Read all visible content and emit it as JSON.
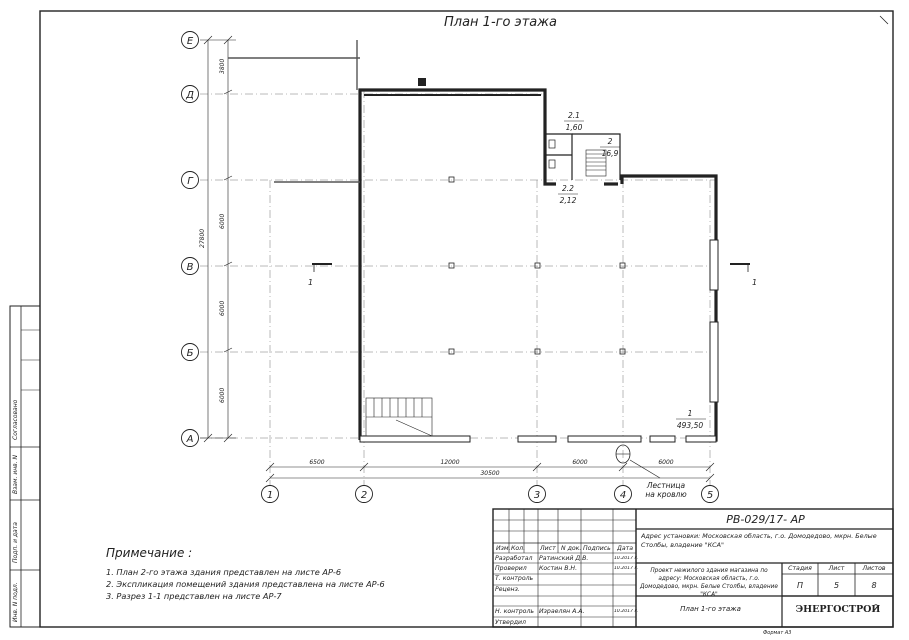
{
  "title": "План 1-го этажа",
  "axes_rows": [
    "Е",
    "Д",
    "Г",
    "В",
    "Б",
    "А"
  ],
  "axes_cols": [
    "1",
    "2",
    "3",
    "4",
    "5"
  ],
  "dims_vertical": [
    "3800",
    "6000",
    "6000",
    "6000",
    "27800"
  ],
  "dims_horizontal": [
    "6500",
    "12000",
    "6000",
    "6000"
  ],
  "dim_total": "30500",
  "section_mark": "1",
  "rooms": [
    {
      "num": "1",
      "area": "493,50"
    },
    {
      "num": "2",
      "area": "16,9"
    },
    {
      "num": "2.1",
      "area": "1,60"
    },
    {
      "num": "2.2",
      "area": "2,12"
    }
  ],
  "ladder_label": [
    "Лестница",
    "на кровлю"
  ],
  "notes": {
    "title": "Примечание :",
    "items": [
      "1.   План 2-го этажа здания представлен на листе АР-6",
      "2.   Экспликация помещений здания представлена на листе АР-6",
      "3.   Разрез 1-1 представлен на листе АР-7"
    ]
  },
  "side_labels": [
    "Согласовано",
    "Взам. инв. N",
    "Подп. и дата",
    "Инв. N подл."
  ],
  "stamp": {
    "code": "РВ-029/17- АР",
    "address": "Адрес установки: Московская область, г.о. Домодедово, мкрн. Белые Столбы, владение \"КСА\"",
    "project": "Проект нежилого здания магазина по адресу: Московская область, г.о. Домодедово, мкрн. Белые Столбы, владение \"КСА\"",
    "sheet_title": "План 1-го этажа",
    "headers": [
      "Изм.",
      "Кол.",
      "Лист",
      "N док.",
      "Подпись",
      "Дата"
    ],
    "roles": [
      {
        "role": "Разработал",
        "name": "Ратинский Д.В.",
        "date": "10.2017 г."
      },
      {
        "role": "Проверил",
        "name": "Костин В.Н.",
        "date": "10.2017 г."
      },
      {
        "role": "Т. контроль",
        "name": "",
        "date": ""
      },
      {
        "role": "Реценз.",
        "name": "",
        "date": ""
      },
      {
        "role": "",
        "name": "",
        "date": ""
      },
      {
        "role": "Н. контроль",
        "name": "Израелян А.А.",
        "date": "10.2017 г."
      },
      {
        "role": "Утвердил",
        "name": "",
        "date": ""
      }
    ],
    "stage_header": "Стадия",
    "sheet_header": "Лист",
    "sheets_header": "Листов",
    "stage": "П",
    "sheet": "5",
    "sheets": "8",
    "company": "ЭНЕРГОСТРОЙ",
    "format": "Формат  А3"
  }
}
